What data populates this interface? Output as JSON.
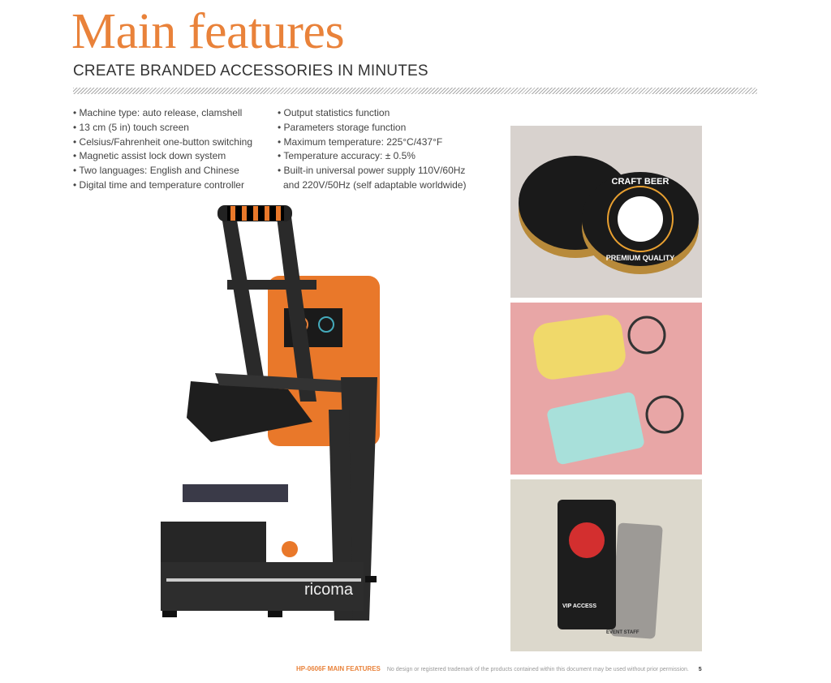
{
  "title": "Main features",
  "subtitle": "CREATE BRANDED ACCESSORIES IN MINUTES",
  "features_left": [
    "• Machine type: auto release, clamshell",
    "• 13 cm (5 in) touch screen",
    "• Celsius/Fahrenheit one-button switching",
    "• Magnetic assist lock down system",
    "• Two languages: English and Chinese",
    "• Digital time and temperature controller"
  ],
  "features_right": [
    "• Output statistics function",
    "• Parameters storage function",
    "• Maximum temperature: 225°C/437°F",
    "• Temperature accuracy: ± 0.5%",
    "• Built-in universal power supply 110V/60Hz",
    "  and 220V/50Hz (self adaptable worldwide)"
  ],
  "machine": {
    "brand": "ricoma"
  },
  "photos": {
    "coaster_text_top": "CRAFT BEER",
    "coaster_text_bottom": "PREMIUM QUALITY",
    "tag1": "VIP ACCESS",
    "tag2": "EVENT STAFF"
  },
  "footer": {
    "label": "HP-0606F MAIN FEATURES",
    "notice": "No design or registered trademark of the products contained within this document may be used without prior permission.",
    "page": "5"
  },
  "colors": {
    "accent": "#e9823a"
  }
}
